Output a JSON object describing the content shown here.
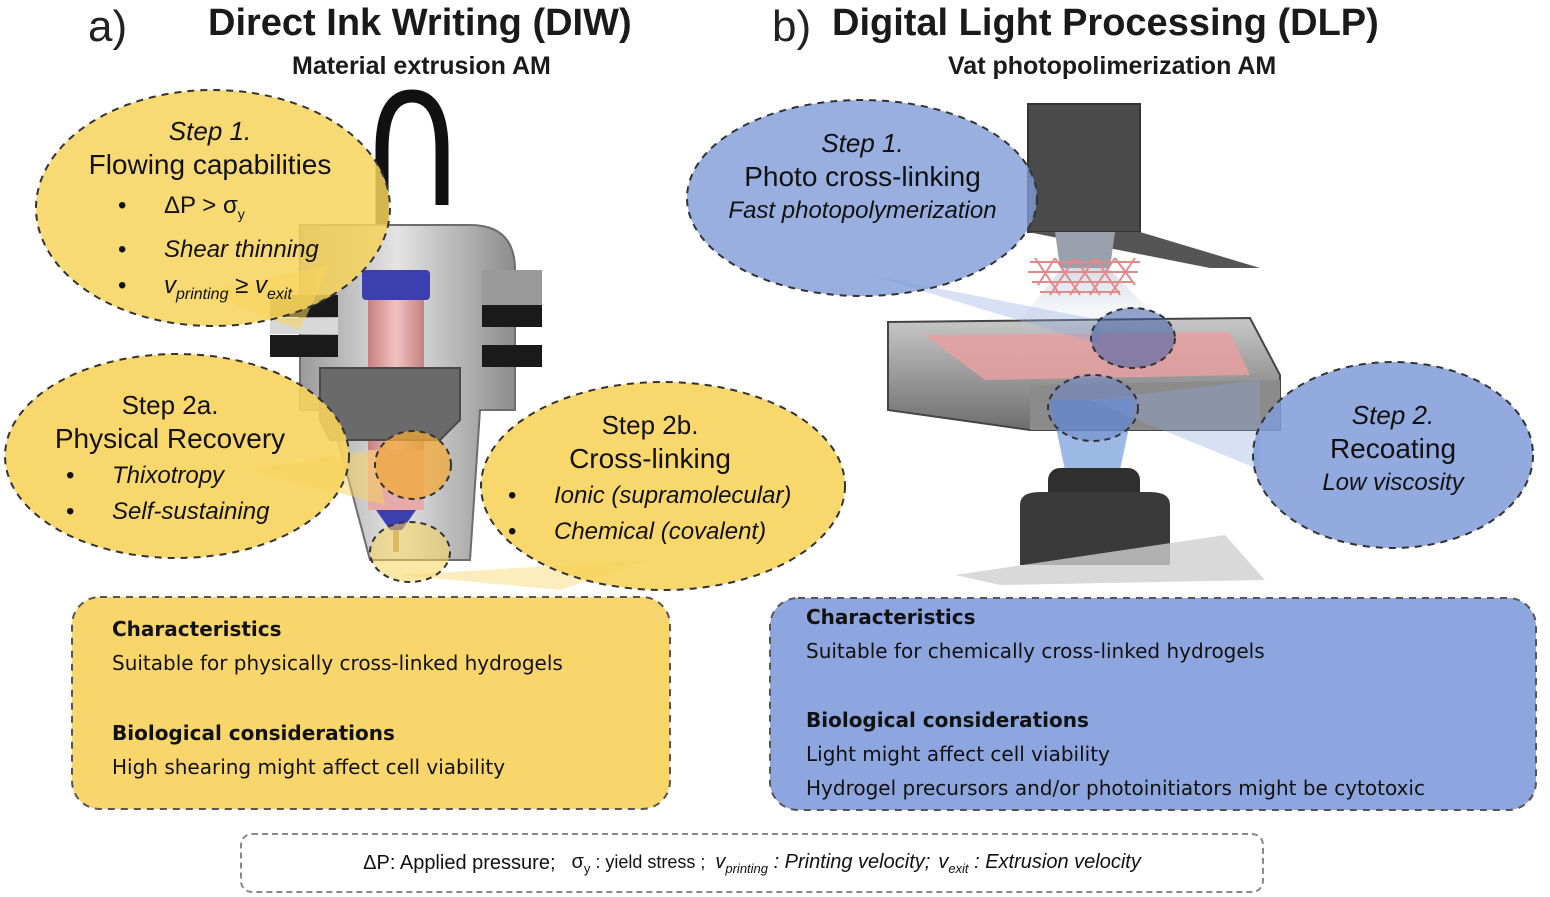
{
  "panels": {
    "a": {
      "letter": "a)",
      "title": "Direct Ink Writing (DIW)",
      "subtitle": "Material extrusion AM",
      "step1": {
        "title": "Step 1.",
        "name": "Flowing capabilities",
        "bullet1": "ΔP > σ",
        "bullet1_sub": "y",
        "bullet2": "Shear thinning",
        "bullet3_v": "v",
        "bullet3_sub1": "printing",
        "bullet3_ge": " ≥ v",
        "bullet3_sub2": "exit"
      },
      "step2a": {
        "title": "Step 2a.",
        "name": "Physical Recovery",
        "bullet1": "Thixotropy",
        "bullet2": "Self-sustaining"
      },
      "step2b": {
        "title": "Step 2b.",
        "name": "Cross-linking",
        "bullet1": "Ionic (supramolecular)",
        "bullet2": "Chemical (covalent)"
      },
      "box": {
        "char_heading": "Characteristics",
        "char_text": "Suitable for physically cross-linked hydrogels",
        "bio_heading": "Biological considerations",
        "bio_text": "High shearing might affect cell viability"
      }
    },
    "b": {
      "letter": "b)",
      "title": "Digital Light Processing (DLP)",
      "subtitle": "Vat photopolimerization AM",
      "step1": {
        "title": "Step 1.",
        "name": "Photo cross-linking",
        "detail": "Fast photopolymerization"
      },
      "step2": {
        "title": "Step 2.",
        "name": "Recoating",
        "detail": "Low viscosity"
      },
      "box": {
        "char_heading": "Characteristics",
        "char_text": "Suitable for chemically cross-linked hydrogels",
        "bio_heading": "Biological considerations",
        "bio_text1": "Light might affect cell viability",
        "bio_text2": "Hydrogel precursors and/or photoinitiators might be cytotoxic"
      }
    }
  },
  "legend": {
    "dp": "ΔP: Applied pressure;",
    "sigma": "σ",
    "sigma_sub": "y",
    "sigma_text": " : yield stress ;",
    "vp": "v",
    "vp_sub": "printing",
    "vp_text": " : Printing velocity;",
    "ve": "v",
    "ve_sub": "exit",
    "ve_text": " : Extrusion velocity"
  },
  "colors": {
    "yellow_fill": "#f7d35c",
    "blue_fill": "#7f9bd8",
    "box_yellow": "#f9d66c",
    "box_blue": "#8ea6df"
  }
}
